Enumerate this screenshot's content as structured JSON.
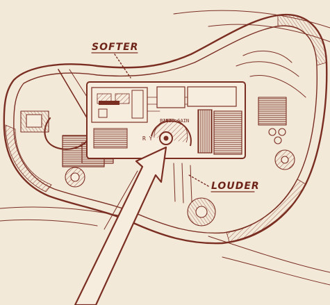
{
  "labels": {
    "softer": "SOFTER",
    "louder": "LOUDER",
    "board_text": "PIEZO GAIN",
    "board_marks": [
      "R Y"
    ]
  },
  "colors": {
    "paper": "#f3e9d9",
    "ink": "#7a2e22",
    "label_ink": "#6e2419"
  }
}
